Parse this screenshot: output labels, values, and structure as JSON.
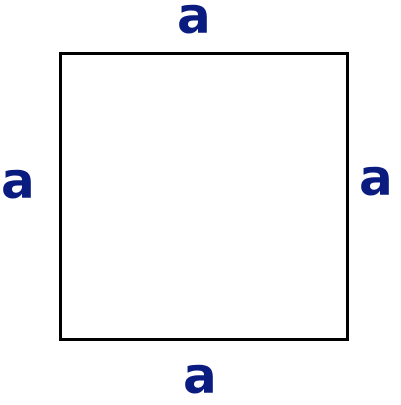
{
  "diagram": {
    "shape": "square",
    "labels": {
      "top": "a",
      "left": "a",
      "right": "a",
      "bottom": "a"
    },
    "colors": {
      "label": "#0a1c80",
      "outline": "#000000",
      "fill": "#ffffff"
    }
  }
}
